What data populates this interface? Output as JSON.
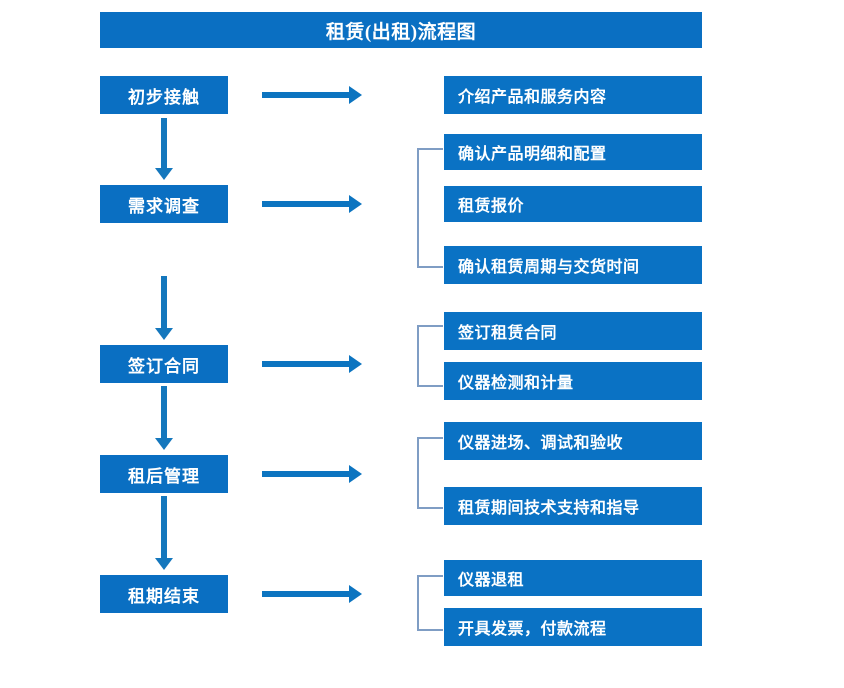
{
  "title": "租赁(出租)流程图",
  "stages": [
    {
      "label": "初步接触"
    },
    {
      "label": "需求调查"
    },
    {
      "label": "签订合同"
    },
    {
      "label": "租后管理"
    },
    {
      "label": "租期结束"
    }
  ],
  "details": [
    {
      "label": "介绍产品和服务内容"
    },
    {
      "label": "确认产品明细和配置"
    },
    {
      "label": "租赁报价"
    },
    {
      "label": "确认租赁周期与交货时间"
    },
    {
      "label": "签订租赁合同"
    },
    {
      "label": "仪器检测和计量"
    },
    {
      "label": "仪器进场、调试和验收"
    },
    {
      "label": "租赁期间技术支持和指导"
    },
    {
      "label": "仪器退租"
    },
    {
      "label": "开具发票，付款流程"
    }
  ],
  "colors": {
    "title_bar": "#0a6fc2",
    "stage_box": "#0a6fc2",
    "detail_box": "#0a72c4",
    "arrow": "#0c74c0",
    "bracket": "#7f9dc4",
    "text": "#ffffff",
    "background": "#ffffff"
  },
  "chart_data": {
    "type": "diagram",
    "diagram_kind": "flowchart",
    "title": "租赁(出租)流程图",
    "orientation": "vertical-with-branches",
    "nodes": [
      {
        "id": "s1",
        "label": "初步接触",
        "column": "stage",
        "order": 1
      },
      {
        "id": "s2",
        "label": "需求调查",
        "column": "stage",
        "order": 2
      },
      {
        "id": "s3",
        "label": "签订合同",
        "column": "stage",
        "order": 3
      },
      {
        "id": "s4",
        "label": "租后管理",
        "column": "stage",
        "order": 4
      },
      {
        "id": "s5",
        "label": "租期结束",
        "column": "stage",
        "order": 5
      },
      {
        "id": "d1",
        "label": "介绍产品和服务内容",
        "column": "detail",
        "group": 1
      },
      {
        "id": "d2",
        "label": "确认产品明细和配置",
        "column": "detail",
        "group": 2
      },
      {
        "id": "d3",
        "label": "租赁报价",
        "column": "detail",
        "group": 2
      },
      {
        "id": "d4",
        "label": "确认租赁周期与交货时间",
        "column": "detail",
        "group": 2
      },
      {
        "id": "d5",
        "label": "签订租赁合同",
        "column": "detail",
        "group": 3
      },
      {
        "id": "d6",
        "label": "仪器检测和计量",
        "column": "detail",
        "group": 3
      },
      {
        "id": "d7",
        "label": "仪器进场、调试和验收",
        "column": "detail",
        "group": 4
      },
      {
        "id": "d8",
        "label": "租赁期间技术支持和指导",
        "column": "detail",
        "group": 4
      },
      {
        "id": "d9",
        "label": "仪器退租",
        "column": "detail",
        "group": 5
      },
      {
        "id": "d10",
        "label": "开具发票，付款流程",
        "column": "detail",
        "group": 5
      }
    ],
    "edges": [
      {
        "from": "s1",
        "to": "s2",
        "type": "vertical-arrow"
      },
      {
        "from": "s2",
        "to": "s3",
        "type": "vertical-arrow"
      },
      {
        "from": "s3",
        "to": "s4",
        "type": "vertical-arrow"
      },
      {
        "from": "s4",
        "to": "s5",
        "type": "vertical-arrow"
      },
      {
        "from": "s1",
        "to": "d1",
        "type": "horizontal-arrow"
      },
      {
        "from": "s2",
        "to": "group2",
        "type": "horizontal-arrow"
      },
      {
        "from": "s3",
        "to": "group3",
        "type": "horizontal-arrow"
      },
      {
        "from": "s4",
        "to": "group4",
        "type": "horizontal-arrow"
      },
      {
        "from": "s5",
        "to": "group5",
        "type": "horizontal-arrow"
      }
    ]
  }
}
